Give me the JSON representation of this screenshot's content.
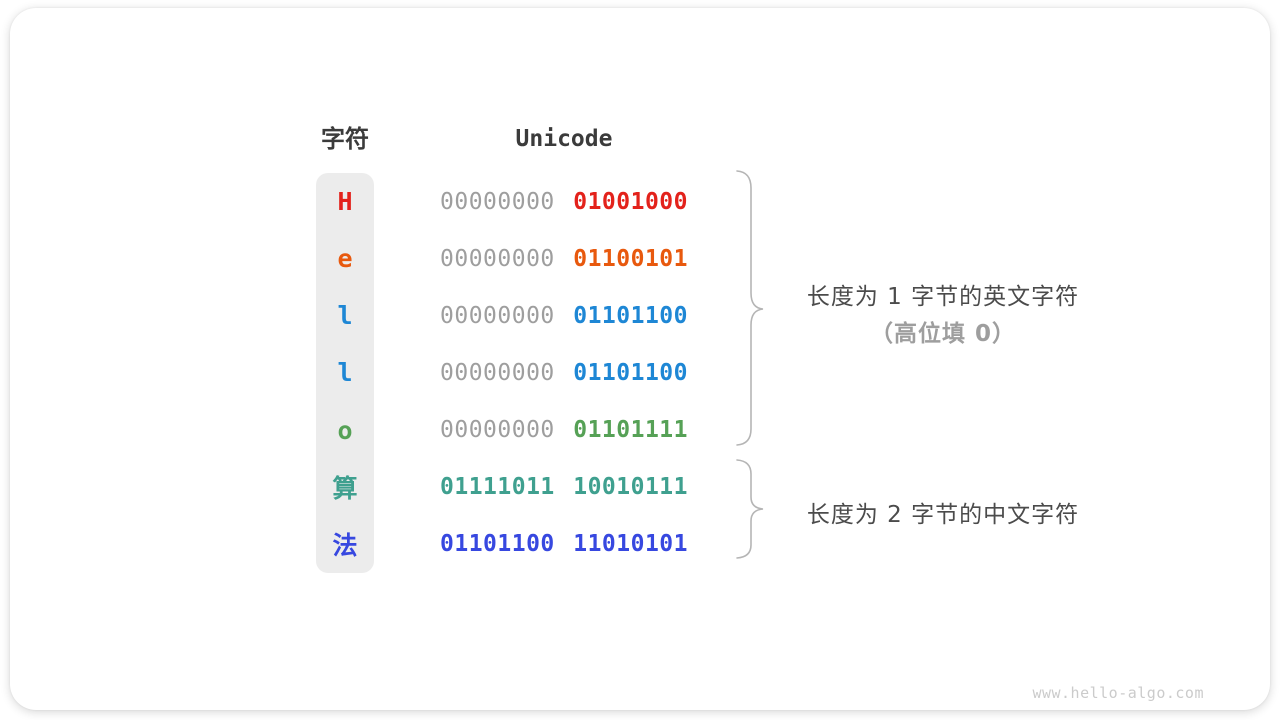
{
  "header": {
    "char_col": "字符",
    "unicode_col": "Unicode"
  },
  "rows": [
    {
      "char": "H",
      "color": "#e3221b",
      "high_byte": "00000000",
      "high_byte_color": "#9e9e9e",
      "high_byte_weight": "400",
      "low_byte": "01001000",
      "low_byte_color": "#e3221b"
    },
    {
      "char": "e",
      "color": "#e8590e",
      "high_byte": "00000000",
      "high_byte_color": "#9e9e9e",
      "high_byte_weight": "400",
      "low_byte": "01100101",
      "low_byte_color": "#e8590e"
    },
    {
      "char": "l",
      "color": "#1e87d5",
      "high_byte": "00000000",
      "high_byte_color": "#9e9e9e",
      "high_byte_weight": "400",
      "low_byte": "01101100",
      "low_byte_color": "#1e87d5"
    },
    {
      "char": "l",
      "color": "#1e87d5",
      "high_byte": "00000000",
      "high_byte_color": "#9e9e9e",
      "high_byte_weight": "400",
      "low_byte": "01101100",
      "low_byte_color": "#1e87d5"
    },
    {
      "char": "o",
      "color": "#56a156",
      "high_byte": "00000000",
      "high_byte_color": "#9e9e9e",
      "high_byte_weight": "400",
      "low_byte": "01101111",
      "low_byte_color": "#56a156"
    },
    {
      "char": "算",
      "color": "#3fa08f",
      "high_byte": "01111011",
      "high_byte_color": "#3fa08f",
      "high_byte_weight": "700",
      "low_byte": "10010111",
      "low_byte_color": "#3fa08f"
    },
    {
      "char": "法",
      "color": "#3748e0",
      "high_byte": "01101100",
      "high_byte_color": "#3748e0",
      "high_byte_weight": "700",
      "low_byte": "11010101",
      "low_byte_color": "#3748e0"
    }
  ],
  "annotations": {
    "english_line1": "长度为 1 字节的英文字符",
    "english_line2": "（高位填 0）",
    "chinese_line1": "长度为 2 字节的中文字符"
  },
  "watermark": "www.hello-algo.com",
  "colors": {
    "byte_gray": "#9e9e9e",
    "header_text": "#3b3b3b",
    "annotation_dark": "#4b4b4b",
    "annotation_light": "#9e9e9e",
    "char_column_bg": "#ececec",
    "brace_stroke": "#b5b5b5",
    "red": "#e3221b",
    "orange": "#e8590e",
    "blue": "#1e87d5",
    "green": "#56a156",
    "teal": "#3fa08f",
    "indigo": "#3748e0"
  }
}
